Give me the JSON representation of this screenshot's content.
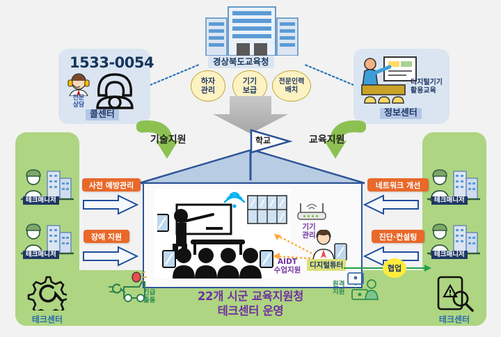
{
  "diagram": {
    "title_bottom_line1": "22개 시군 교육지원청",
    "title_bottom_line2": "테크센터 운영"
  },
  "office": {
    "name": "경상북도교육청",
    "icon": "office-building-icon",
    "tasks": [
      {
        "line1": "하자",
        "line2": "관리"
      },
      {
        "line1": "기기",
        "line2": "보급"
      },
      {
        "line1": "전문인력",
        "line2": "배치"
      }
    ]
  },
  "call_center": {
    "phone": "1533-0054",
    "role": "전문\n상담",
    "role_line1": "전문",
    "role_line2": "상담",
    "name": "콜센터",
    "icons": [
      "headset-agent-icon",
      "telephone-icon"
    ]
  },
  "info_center": {
    "service_line1": "디지털기기",
    "service_line2": "활용교육",
    "name": "정보센터",
    "icon": "classroom-training-icon"
  },
  "school": {
    "flag_label": "학교",
    "support_left": "기술지원",
    "support_right": "교육지원",
    "classroom_icon": "teacher-students-icon",
    "wifi_icon": "wifi-icon",
    "router_icon": "router-icon",
    "device_mgmt_line1": "기기",
    "device_mgmt_line2": "관리",
    "aidt_line1": "AIDT",
    "aidt_line2": "수업지원",
    "tutor_label": "디지털튜터",
    "tutor_icon": "digital-tutor-icon"
  },
  "left_column": {
    "managers": [
      {
        "label": "테크매니저",
        "icon": "tech-manager-icon"
      },
      {
        "label": "테크매니저",
        "icon": "tech-manager-icon"
      }
    ],
    "center": {
      "label": "테크센터",
      "icon": "gear-wrench-icon"
    },
    "actions": [
      {
        "label": "사전 예방관리",
        "direction": "right"
      },
      {
        "label": "장애 지원",
        "direction": "right"
      }
    ],
    "dispatch_line1": "긴급",
    "dispatch_line2": "출동",
    "dispatch_icon": "emergency-truck-icon"
  },
  "right_column": {
    "managers": [
      {
        "label": "테크매니저",
        "icon": "tech-manager-icon"
      },
      {
        "label": "테크매니저",
        "icon": "tech-manager-icon"
      }
    ],
    "center": {
      "label": "테크센터",
      "icon": "tablet-inspect-icon"
    },
    "actions": [
      {
        "label": "네트워크 개선",
        "direction": "left"
      },
      {
        "label": "진단·컨설팅",
        "direction": "left"
      }
    ],
    "collab_label": "협업",
    "remote_line1": "원격",
    "remote_line2": "지원",
    "remote_icon": "remote-support-icon"
  },
  "colors": {
    "background": "#f2f2f2",
    "green_panel": "#aed581",
    "blue_box": "#dbe5f1",
    "orange_pill": "#e8692a",
    "oval_fill": "#fdf2c2",
    "purple_text": "#7030a0",
    "navy_text": "#17365d",
    "arrow_green": "#8cc152",
    "collab_yellow": "#ffec3d"
  }
}
